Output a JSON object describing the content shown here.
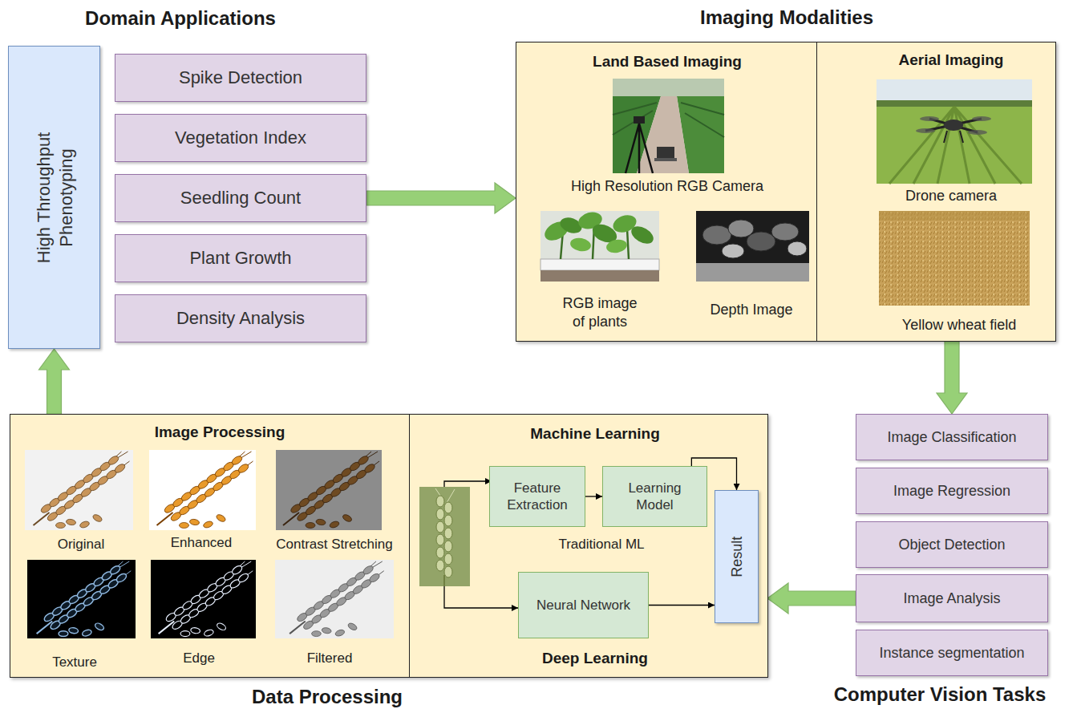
{
  "diagram": {
    "nodes": [
      {
        "text": [
          "High Throughput Phenotyping"
        ]
      },
      {
        "text": [
          "Spike Detection"
        ]
      },
      {
        "text": [
          "Vegetation Index"
        ]
      },
      {
        "text": [
          "Seedling Count"
        ]
      },
      {
        "text": [
          "Plant Growth"
        ]
      },
      {
        "text": [
          "Density Analysis"
        ]
      },
      {
        "text": [
          "Imaging Modalities"
        ]
      },
      {
        "text": [
          "Land Based Imaging",
          "High Resolution RGB Camera",
          "RGB image of plants",
          "Depth Image"
        ],
        "in": 6
      },
      {
        "text": [
          "Aerial Imaging",
          "Drone camera",
          "Yellow wheat field"
        ],
        "in": 6
      },
      {
        "text": [
          "Image Classification"
        ]
      },
      {
        "text": [
          "Image Regression"
        ]
      },
      {
        "text": [
          "Object Detection"
        ]
      },
      {
        "text": [
          "Image Analysis"
        ]
      },
      {
        "text": [
          "Instance segmentation"
        ]
      },
      {
        "text": [
          "Data Processing"
        ]
      },
      {
        "text": [
          "Image Processing",
          "Original",
          "Enhanced",
          "Contrast Stretching",
          "Texture",
          "Edge",
          "Filtered"
        ],
        "in": 14
      },
      {
        "text": [
          "Machine Learning",
          "Traditional ML",
          "Deep Learning"
        ],
        "in": 14
      },
      {
        "text": [
          "Feature Extraction"
        ],
        "in": 16
      },
      {
        "text": [
          "Learning Model"
        ],
        "in": 16
      },
      {
        "text": [
          "Neural Network"
        ],
        "in": 16
      },
      {
        "text": [
          "Result"
        ],
        "in": 16
      }
    ],
    "edges": [
      {
        "from": 3,
        "to": 6,
        "arrow": "to"
      },
      {
        "from": 8,
        "to": 9,
        "arrow": "to"
      },
      {
        "from": 12,
        "to": 16,
        "arrow": "to"
      },
      {
        "from": 15,
        "to": 0,
        "arrow": "to"
      },
      {
        "from": 17,
        "to": 18,
        "arrow": "to"
      },
      {
        "from": 18,
        "to": 20,
        "arrow": "to"
      },
      {
        "from": 19,
        "to": 20,
        "arrow": "to"
      }
    ],
    "labels": [
      "Domain Applications",
      "Computer Vision Tasks"
    ]
  }
}
